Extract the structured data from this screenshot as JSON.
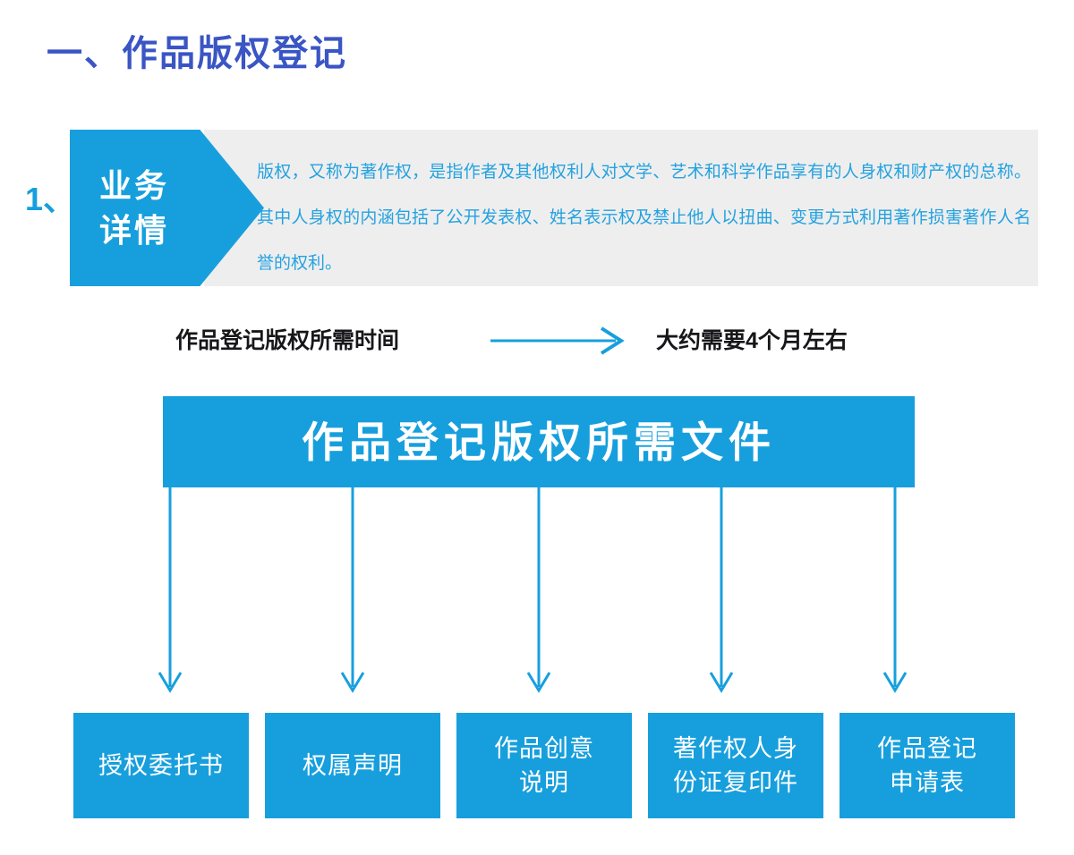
{
  "theme": {
    "accent_blue": "#179fdd",
    "text_blue": "#24a2e0",
    "title_blue": "#3a55c4",
    "panel_gray": "#eeeeee",
    "dark_text": "#17171a",
    "white": "#ffffff"
  },
  "page": {
    "title": "一、作品版权登记"
  },
  "detail": {
    "number": "1、",
    "badge_line1": "业务",
    "badge_line2": "详情",
    "body": "版权，又称为著作权，是指作者及其他权利人对文学、艺术和科学作品享有的人身权和财产权的总称。其中人身权的内涵包括了公开发表权、姓名表示权及禁止他人以扭曲、变更方式利用著作损害著作人名誉的权利。"
  },
  "timeline": {
    "label": "作品登记版权所需时间",
    "arrow_icon": "arrow-right-icon",
    "value": "大约需要4个月左右"
  },
  "documents": {
    "header": "作品登记版权所需文件",
    "items": [
      {
        "label": "授权委托书"
      },
      {
        "label": "权属声明"
      },
      {
        "label": "作品创意\n说明"
      },
      {
        "label": "著作权人身\n份证复印件"
      },
      {
        "label": "作品登记\n申请表"
      }
    ]
  }
}
